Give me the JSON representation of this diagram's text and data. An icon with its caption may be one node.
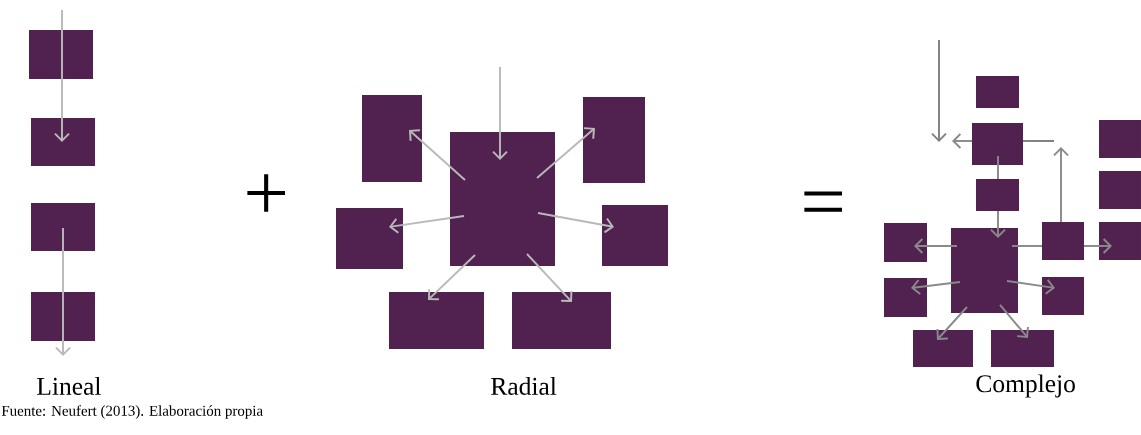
{
  "diagram": {
    "caption": "Fuente: Neufert (2013). Elaboración propia",
    "nodes": [
      {
        "text": [],
        "shape": "box"
      },
      {
        "text": [],
        "shape": "box"
      },
      {
        "text": [],
        "shape": "box"
      },
      {
        "text": [],
        "shape": "box"
      },
      {
        "text": [],
        "shape": "box"
      },
      {
        "text": [],
        "shape": "box"
      },
      {
        "text": [],
        "shape": "box"
      },
      {
        "text": [],
        "shape": "box"
      },
      {
        "text": [],
        "shape": "box"
      },
      {
        "text": [],
        "shape": "box"
      },
      {
        "text": [],
        "shape": "box"
      },
      {
        "text": [],
        "shape": "box"
      },
      {
        "text": [],
        "shape": "box"
      },
      {
        "text": [],
        "shape": "box"
      },
      {
        "text": [],
        "shape": "box"
      },
      {
        "text": [],
        "shape": "box"
      },
      {
        "text": [],
        "shape": "box"
      },
      {
        "text": [],
        "shape": "box"
      },
      {
        "text": [],
        "shape": "box"
      },
      {
        "text": [],
        "shape": "box"
      },
      {
        "text": [],
        "shape": "box"
      },
      {
        "text": [],
        "shape": "box"
      },
      {
        "text": [],
        "shape": "box"
      },
      {
        "text": [],
        "shape": "box"
      }
    ],
    "edges": [
      {
        "from": 0,
        "to": 1,
        "arrow": "to"
      },
      {
        "from": 2,
        "to": 3,
        "arrow": "to"
      },
      {
        "from": null,
        "to": 4,
        "arrow": "to"
      },
      {
        "from": 4,
        "to": 5,
        "arrow": "to"
      },
      {
        "from": 4,
        "to": 6,
        "arrow": "to"
      },
      {
        "from": 4,
        "to": 7,
        "arrow": "to"
      },
      {
        "from": 4,
        "to": 8,
        "arrow": "to"
      },
      {
        "from": 4,
        "to": 9,
        "arrow": "to"
      },
      {
        "from": 4,
        "to": 10,
        "arrow": "to"
      },
      {
        "from": 18,
        "to": 12,
        "arrow": "to",
        "color": "#8a8a8a"
      },
      {
        "from": 12,
        "to": null,
        "arrow": "to",
        "color": "#8a8a8a"
      },
      {
        "from": 12,
        "to": 13,
        "arrow": "none",
        "color": "#8a8a8a"
      },
      {
        "from": 13,
        "to": 17,
        "arrow": "to",
        "color": "#8a8a8a"
      },
      {
        "from": 17,
        "to": 16,
        "arrow": "to",
        "color": "#8a8a8a"
      },
      {
        "from": 17,
        "to": 20,
        "arrow": "to",
        "color": "#8a8a8a"
      },
      {
        "from": 17,
        "to": 22,
        "arrow": "to",
        "color": "#8a8a8a"
      },
      {
        "from": 17,
        "to": 23,
        "arrow": "to",
        "color": "#8a8a8a"
      },
      {
        "from": 17,
        "to": 21,
        "arrow": "to",
        "color": "#8a8a8a"
      },
      {
        "from": 17,
        "to": 18,
        "arrow": "none",
        "color": "#8a8a8a"
      },
      {
        "from": 18,
        "to": 19,
        "arrow": "to",
        "color": "#8a8a8a"
      }
    ],
    "labels": [
      "+",
      "=",
      "Lineal",
      "Radial",
      "Complejo"
    ]
  }
}
